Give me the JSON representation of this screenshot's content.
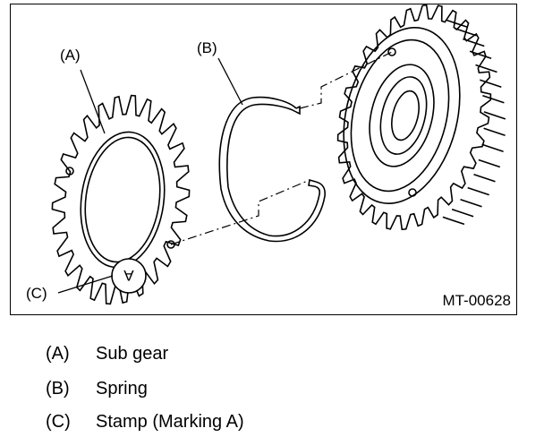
{
  "figure": {
    "code": "MT-00628",
    "callouts": {
      "a": "(A)",
      "b": "(B)",
      "c": "(C)",
      "stamp_letter": "A"
    }
  },
  "legend": [
    {
      "key": "(A)",
      "text": "Sub gear"
    },
    {
      "key": "(B)",
      "text": "Spring"
    },
    {
      "key": "(C)",
      "text": "Stamp (Marking A)"
    }
  ],
  "colors": {
    "line": "#000000",
    "background": "#ffffff"
  }
}
